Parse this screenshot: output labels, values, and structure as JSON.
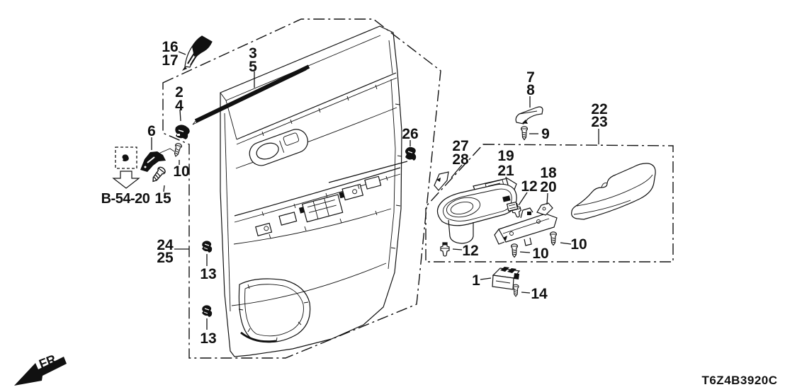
{
  "diagram": {
    "code": "T6Z4B3920C",
    "direction_label": "FR.",
    "cross_reference": "B-54-20"
  },
  "callouts": [
    "16",
    "17",
    "3",
    "5",
    "2",
    "4",
    "6",
    "10",
    "15",
    "24",
    "25",
    "13",
    "13",
    "26",
    "27",
    "28",
    "19",
    "21",
    "12",
    "18",
    "20",
    "7",
    "8",
    "9",
    "22",
    "23",
    "10",
    "12",
    "10",
    "1",
    "14"
  ]
}
